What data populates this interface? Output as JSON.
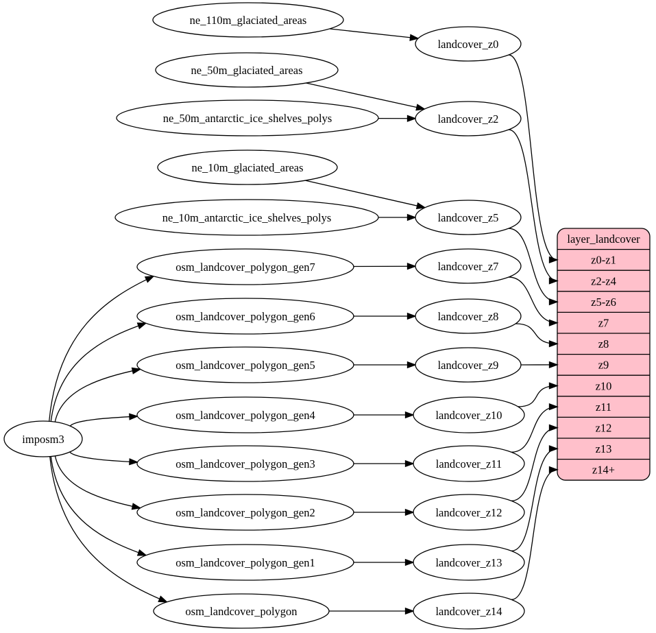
{
  "diagram": {
    "colors": {
      "background": "#ffffff",
      "node_fill": "#ffffff",
      "stroke": "#000000",
      "table_fill": "#ffc0cb"
    },
    "nodes": [
      {
        "id": "imposm3",
        "label": "imposm3"
      },
      {
        "id": "ne_110m_glaciated_areas",
        "label": "ne_110m_glaciated_areas"
      },
      {
        "id": "ne_50m_glaciated_areas",
        "label": "ne_50m_glaciated_areas"
      },
      {
        "id": "ne_50m_antarctic_ice_shelves_polys",
        "label": "ne_50m_antarctic_ice_shelves_polys"
      },
      {
        "id": "ne_10m_glaciated_areas",
        "label": "ne_10m_glaciated_areas"
      },
      {
        "id": "ne_10m_antarctic_ice_shelves_polys",
        "label": "ne_10m_antarctic_ice_shelves_polys"
      },
      {
        "id": "osm_landcover_polygon_gen7",
        "label": "osm_landcover_polygon_gen7"
      },
      {
        "id": "osm_landcover_polygon_gen6",
        "label": "osm_landcover_polygon_gen6"
      },
      {
        "id": "osm_landcover_polygon_gen5",
        "label": "osm_landcover_polygon_gen5"
      },
      {
        "id": "osm_landcover_polygon_gen4",
        "label": "osm_landcover_polygon_gen4"
      },
      {
        "id": "osm_landcover_polygon_gen3",
        "label": "osm_landcover_polygon_gen3"
      },
      {
        "id": "osm_landcover_polygon_gen2",
        "label": "osm_landcover_polygon_gen2"
      },
      {
        "id": "osm_landcover_polygon_gen1",
        "label": "osm_landcover_polygon_gen1"
      },
      {
        "id": "osm_landcover_polygon",
        "label": "osm_landcover_polygon"
      },
      {
        "id": "landcover_z0",
        "label": "landcover_z0"
      },
      {
        "id": "landcover_z2",
        "label": "landcover_z2"
      },
      {
        "id": "landcover_z5",
        "label": "landcover_z5"
      },
      {
        "id": "landcover_z7",
        "label": "landcover_z7"
      },
      {
        "id": "landcover_z8",
        "label": "landcover_z8"
      },
      {
        "id": "landcover_z9",
        "label": "landcover_z9"
      },
      {
        "id": "landcover_z10",
        "label": "landcover_z10"
      },
      {
        "id": "landcover_z11",
        "label": "landcover_z11"
      },
      {
        "id": "landcover_z12",
        "label": "landcover_z12"
      },
      {
        "id": "landcover_z13",
        "label": "landcover_z13"
      },
      {
        "id": "landcover_z14",
        "label": "landcover_z14"
      }
    ],
    "table": {
      "id": "layer_landcover",
      "title": "layer_landcover",
      "rows": [
        "z0-z1",
        "z2-z4",
        "z5-z6",
        "z7",
        "z8",
        "z9",
        "z10",
        "z11",
        "z12",
        "z13",
        "z14+"
      ]
    },
    "edges": [
      {
        "from": "ne_110m_glaciated_areas",
        "to": "landcover_z0"
      },
      {
        "from": "ne_50m_glaciated_areas",
        "to": "landcover_z2"
      },
      {
        "from": "ne_50m_antarctic_ice_shelves_polys",
        "to": "landcover_z2"
      },
      {
        "from": "ne_10m_glaciated_areas",
        "to": "landcover_z5"
      },
      {
        "from": "ne_10m_antarctic_ice_shelves_polys",
        "to": "landcover_z5"
      },
      {
        "from": "imposm3",
        "to": "osm_landcover_polygon_gen7"
      },
      {
        "from": "imposm3",
        "to": "osm_landcover_polygon_gen6"
      },
      {
        "from": "imposm3",
        "to": "osm_landcover_polygon_gen5"
      },
      {
        "from": "imposm3",
        "to": "osm_landcover_polygon_gen4"
      },
      {
        "from": "imposm3",
        "to": "osm_landcover_polygon_gen3"
      },
      {
        "from": "imposm3",
        "to": "osm_landcover_polygon_gen2"
      },
      {
        "from": "imposm3",
        "to": "osm_landcover_polygon_gen1"
      },
      {
        "from": "imposm3",
        "to": "osm_landcover_polygon"
      },
      {
        "from": "osm_landcover_polygon_gen7",
        "to": "landcover_z7"
      },
      {
        "from": "osm_landcover_polygon_gen6",
        "to": "landcover_z8"
      },
      {
        "from": "osm_landcover_polygon_gen5",
        "to": "landcover_z9"
      },
      {
        "from": "osm_landcover_polygon_gen4",
        "to": "landcover_z10"
      },
      {
        "from": "osm_landcover_polygon_gen3",
        "to": "landcover_z11"
      },
      {
        "from": "osm_landcover_polygon_gen2",
        "to": "landcover_z12"
      },
      {
        "from": "osm_landcover_polygon_gen1",
        "to": "landcover_z13"
      },
      {
        "from": "osm_landcover_polygon",
        "to": "landcover_z14"
      },
      {
        "from": "landcover_z0",
        "to": "layer_landcover",
        "row": "z0-z1"
      },
      {
        "from": "landcover_z2",
        "to": "layer_landcover",
        "row": "z2-z4"
      },
      {
        "from": "landcover_z5",
        "to": "layer_landcover",
        "row": "z5-z6"
      },
      {
        "from": "landcover_z7",
        "to": "layer_landcover",
        "row": "z7"
      },
      {
        "from": "landcover_z8",
        "to": "layer_landcover",
        "row": "z8"
      },
      {
        "from": "landcover_z9",
        "to": "layer_landcover",
        "row": "z9"
      },
      {
        "from": "landcover_z10",
        "to": "layer_landcover",
        "row": "z10"
      },
      {
        "from": "landcover_z11",
        "to": "layer_landcover",
        "row": "z11"
      },
      {
        "from": "landcover_z12",
        "to": "layer_landcover",
        "row": "z12"
      },
      {
        "from": "landcover_z13",
        "to": "layer_landcover",
        "row": "z13"
      },
      {
        "from": "landcover_z14",
        "to": "layer_landcover",
        "row": "z14+"
      }
    ]
  }
}
